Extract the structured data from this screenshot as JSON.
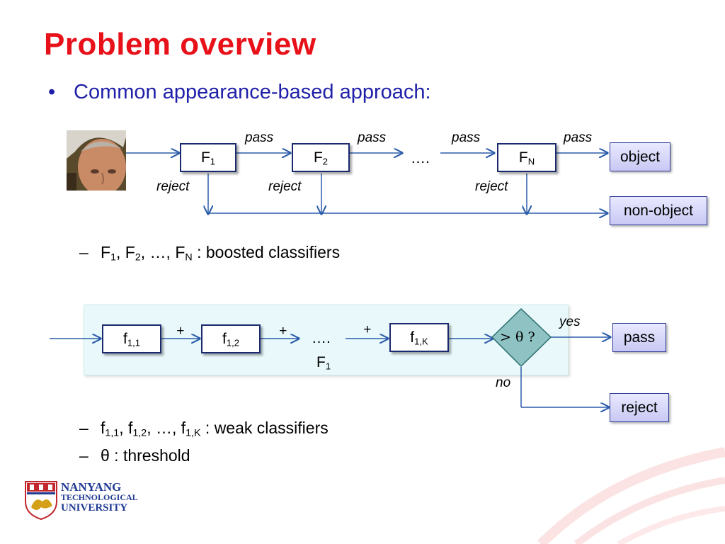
{
  "title": "Problem overview",
  "bullet": "Common appearance-based approach:",
  "top_diagram": {
    "stages": [
      {
        "base": "F",
        "sub": "1"
      },
      {
        "base": "F",
        "sub": "2"
      },
      {
        "base": "F",
        "sub": "N"
      }
    ],
    "ellipsis": "….",
    "pass_labels": [
      "pass",
      "pass",
      "pass",
      "pass"
    ],
    "reject_labels": [
      "reject",
      "reject",
      "reject"
    ],
    "object_label": "object",
    "nonobject_label": "non-object"
  },
  "line1": {
    "parts": [
      "F",
      "1",
      ", F",
      "2",
      ", …, F",
      "N",
      " : boosted classifiers"
    ]
  },
  "bottom_diagram": {
    "weak": [
      {
        "base": "f",
        "sub": "1,1"
      },
      {
        "base": "f",
        "sub": "1,2"
      },
      {
        "base": "f",
        "sub": "1,K"
      }
    ],
    "plus_labels": [
      "+",
      "+",
      "+"
    ],
    "ellipsis": "….",
    "group_label": {
      "base": "F",
      "sub": "1"
    },
    "decision": "> θ ?",
    "yes_label": "yes",
    "no_label": "no",
    "pass_label": "pass",
    "reject_label": "reject"
  },
  "line2": {
    "parts": [
      "f",
      "1,1",
      ", f",
      "1,2",
      ", …, f",
      "1,K",
      " : weak classifiers"
    ]
  },
  "line3": "θ : threshold",
  "logo": {
    "line1": "NANYANG",
    "line2": "TECHNOLOGICAL",
    "line3": "UNIVERSITY"
  },
  "colors": {
    "title": "#e8111a",
    "bullet": "#1f1fa8",
    "arrow": "#2a5caa",
    "decision": "#8fc3c3"
  }
}
